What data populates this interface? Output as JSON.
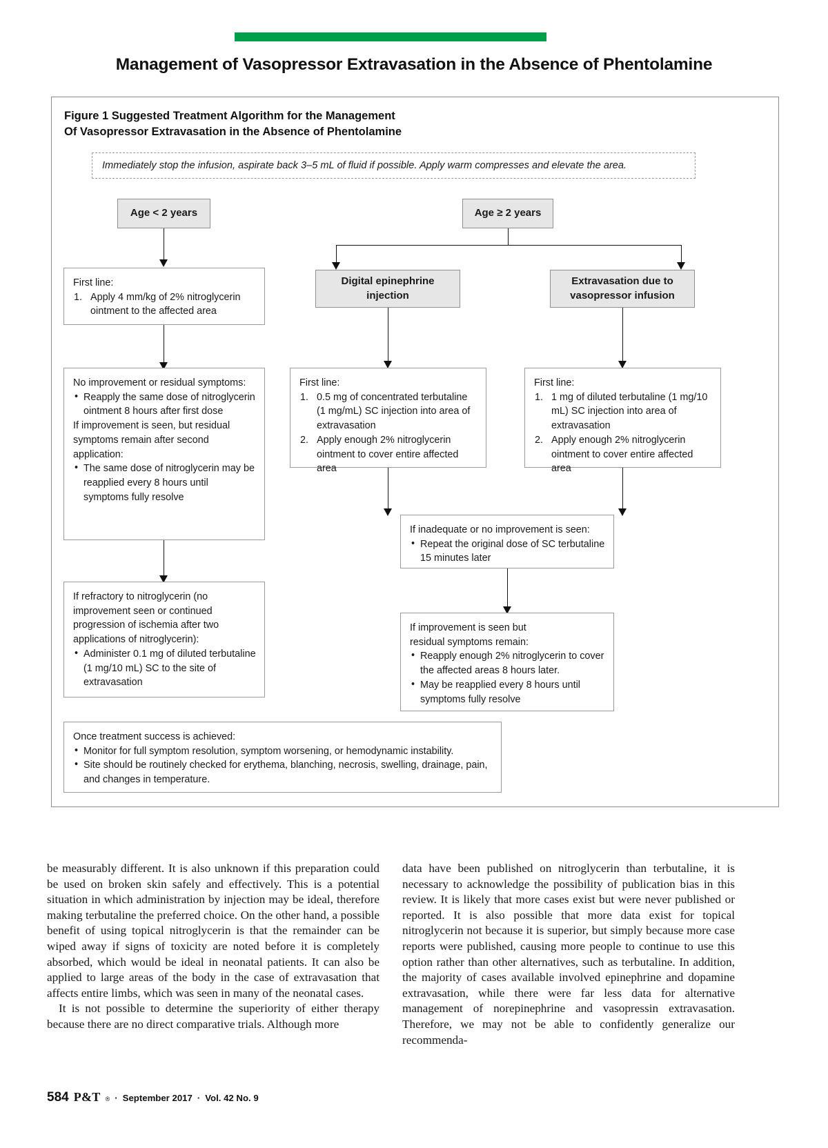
{
  "header": {
    "rule_color": "#00a04a",
    "title": "Management of Vasopressor Extravasation in the Absence of Phentolamine"
  },
  "figure": {
    "caption_line1": "Figure 1  Suggested Treatment Algorithm for the Management",
    "caption_line2": "Of Vasopressor Extravasation in the Absence of Phentolamine",
    "intro_box": "Immediately stop the infusion, aspirate back 3–5 mL of fluid if possible. Apply warm compresses and elevate the area.",
    "nodes": {
      "age_under_2": "Age < 2 years",
      "age_over_2": "Age ≥ 2 years",
      "digital_epi_line1": "Digital epinephrine",
      "digital_epi_line2": "injection",
      "extrav_vaso_line1": "Extravasation due to",
      "extrav_vaso_line2": "vasopressor infusion"
    },
    "left_first_line": {
      "lead": "First line:",
      "items": [
        "Apply 4 mm/kg of 2% nitroglycerin ointment to the affected area"
      ]
    },
    "left_no_improvement": {
      "lead": "No improvement or residual symptoms:",
      "bullets_a": [
        "Reapply the same dose of nitroglycerin ointment 8 hours after first dose"
      ],
      "mid": "If improvement is seen, but residual symptoms remain after second application:",
      "bullets_b": [
        "The same dose of nitroglycerin may be reapplied every 8 hours until symptoms fully resolve"
      ]
    },
    "left_refractory": {
      "lead": "If refractory to nitroglycerin (no improvement seen or continued progression of ischemia after two applications of nitroglycerin):",
      "bullets": [
        "Administer 0.1 mg of diluted terbutaline (1 mg/10 mL) SC to the site of extravasation"
      ]
    },
    "middle_first_line": {
      "lead": "First line:",
      "items": [
        "0.5 mg of concentrated terbutaline (1 mg/mL) SC injection into area of extravasation",
        "Apply enough 2% nitroglycerin ointment to cover entire affected area"
      ]
    },
    "right_first_line": {
      "lead": "First line:",
      "items": [
        "1 mg of diluted terbutaline (1 mg/10 mL) SC injection into area of extravasation",
        "Apply enough 2% nitroglycerin ointment to cover entire affected area"
      ]
    },
    "inadequate": {
      "lead": "If inadequate or no improvement is seen:",
      "bullets": [
        "Repeat the original dose of SC terbutaline 15 minutes later"
      ]
    },
    "improvement_residual": {
      "lead_line1": "If improvement is seen but",
      "lead_line2": "residual symptoms remain:",
      "bullets": [
        "Reapply enough 2% nitroglycerin to cover the affected areas 8 hours later.",
        "May be reapplied every 8 hours until symptoms fully resolve"
      ]
    },
    "success": {
      "lead": "Once treatment success is achieved:",
      "bullets": [
        "Monitor for full symptom resolution, symptom worsening, or hemodynamic instability.",
        "Site should be routinely checked for erythema, blanching, necrosis, swelling, drainage, pain, and changes in temperature."
      ]
    }
  },
  "body": {
    "left_column": [
      "be measurably different. It is also unknown if this preparation could be used on broken skin safely and effectively. This is a potential situation in which administration by injection may be ideal, therefore making terbutaline the preferred choice. On the other hand, a possible benefit of using topical nitroglycerin is that the remainder can be wiped away if signs of toxicity are noted before it is completely absorbed, which would be ideal in neonatal patients. It can also be applied to large areas of the body in the case of extravasation that affects entire limbs, which was seen in many of the neonatal cases.",
      "It is not possible to determine the superiority of either therapy because there are no direct comparative trials. Although more"
    ],
    "right_column": [
      "data have been published on nitroglycerin than terbutaline, it is necessary to acknowledge the possibility of publication bias in this review. It is likely that more cases exist but were never published or reported. It is also possible that more data exist for topical nitroglycerin not because it is superior, but simply because more case reports were published, causing more people to continue to use this option rather than other alternatives, such as terbutaline. In addition, the majority of cases available involved epinephrine and dopamine extravasation, while there were far less data for alternative management of norepinephrine and vasopressin extravasation. Therefore, we may not be able to confidently generalize our recommenda-"
    ]
  },
  "footer": {
    "page_number": "584",
    "brand": "P&T",
    "registered_mark": "®",
    "separator_1": "·",
    "issue": "September  2017",
    "separator_2": "·",
    "volume": "Vol. 42  No. 9"
  }
}
